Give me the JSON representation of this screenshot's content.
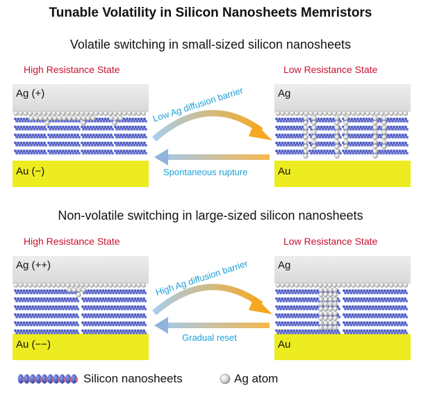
{
  "title": "Tunable Volatility in Silicon Nanosheets Memristors",
  "panels": [
    {
      "title": "Volatile switching in small-sized silicon nanosheets",
      "left_state": "High Resistance State",
      "right_state": "Low Resistance State",
      "left_top_electrode": "Ag (+)",
      "left_bottom_electrode": "Au (−)",
      "right_top_electrode": "Ag",
      "right_bottom_electrode": "Au",
      "forward_label": "Low Ag diffusion barrier",
      "backward_label": "Spontaneous rupture"
    },
    {
      "title": "Non-volatile switching in large-sized silicon nanosheets",
      "left_state": "High Resistance State",
      "right_state": "Low Resistance State",
      "left_top_electrode": "Ag (++)",
      "left_bottom_electrode": "Au (−−)",
      "right_top_electrode": "Ag",
      "right_bottom_electrode": "Au",
      "forward_label": "High Ag diffusion barrier",
      "backward_label": "Gradual reset"
    }
  ],
  "legend": {
    "nanosheet_label": "Silicon nanosheets",
    "atom_label": "Ag atom"
  },
  "colors": {
    "state_label": "#c8102e",
    "arrow_label": "#1ba0d8",
    "au_electrode": "#ecec20",
    "silicon": "#4a5ec8",
    "silicon_edge": "#c96f8a",
    "forward_arrow_start": "#9ec6e6",
    "forward_arrow_end": "#f6a823"
  }
}
